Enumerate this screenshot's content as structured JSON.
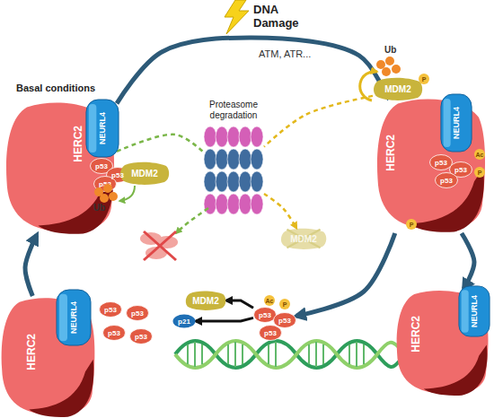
{
  "diagram": {
    "nodes": [
      {
        "text": [
          "HERC2"
        ]
      },
      {
        "text": [
          "NEURL4"
        ],
        "in": 0
      },
      {
        "text": [
          "p53"
        ],
        "in": 0
      },
      {
        "text": [
          "p53"
        ],
        "in": 0
      },
      {
        "text": [
          "p53"
        ],
        "in": 0
      },
      {
        "text": [
          "MDM2"
        ]
      },
      {
        "text": [
          "Proteasome degradation"
        ]
      },
      {
        "text": [
          "MDM2"
        ]
      },
      {
        "text": [
          "HERC2"
        ]
      },
      {
        "text": [
          "NEURL4"
        ],
        "in": 8
      },
      {
        "text": [
          "p53"
        ],
        "in": 8
      },
      {
        "text": [
          "p53"
        ],
        "in": 8
      },
      {
        "text": [
          "p53"
        ],
        "in": 8
      },
      {
        "text": [
          "MDM2"
        ]
      },
      {
        "text": [
          "HERC2"
        ]
      },
      {
        "text": [
          "NEURL4"
        ],
        "in": 14
      },
      {
        "text": [
          "p53"
        ]
      },
      {
        "text": [
          "p53"
        ]
      },
      {
        "text": [
          "p53"
        ]
      },
      {
        "text": [
          "p53"
        ]
      },
      {
        "text": [
          "MDM2"
        ]
      },
      {
        "text": [
          "p21"
        ]
      },
      {
        "text": [
          "p53"
        ]
      },
      {
        "text": [
          "p53"
        ]
      },
      {
        "text": [
          "p53"
        ]
      },
      {
        "text": [
          "HERC2"
        ]
      },
      {
        "text": [
          "NEURL4"
        ],
        "in": 25
      }
    ],
    "edges": [
      {
        "from": 0,
        "to": 8,
        "label": "ATM, ATR...",
        "arrow": "to"
      },
      {
        "from": 0,
        "to": 6,
        "arrow": "none"
      },
      {
        "from": 7,
        "to": 6,
        "arrow": "none"
      },
      {
        "from": 6,
        "to": 13,
        "arrow": "to"
      },
      {
        "from": 8,
        "to": 23,
        "arrow": "to"
      },
      {
        "from": 8,
        "to": 25,
        "arrow": "to"
      },
      {
        "from": 22,
        "to": 20,
        "arrow": "to"
      },
      {
        "from": 22,
        "to": 21,
        "arrow": "to"
      },
      {
        "from": 14,
        "to": 0,
        "arrow": "to"
      }
    ],
    "labels": [
      "DNA Damage",
      "Basal conditions",
      "Ub",
      "Ub",
      "P",
      "Ac",
      "P",
      "P",
      "Ac",
      "P"
    ]
  }
}
